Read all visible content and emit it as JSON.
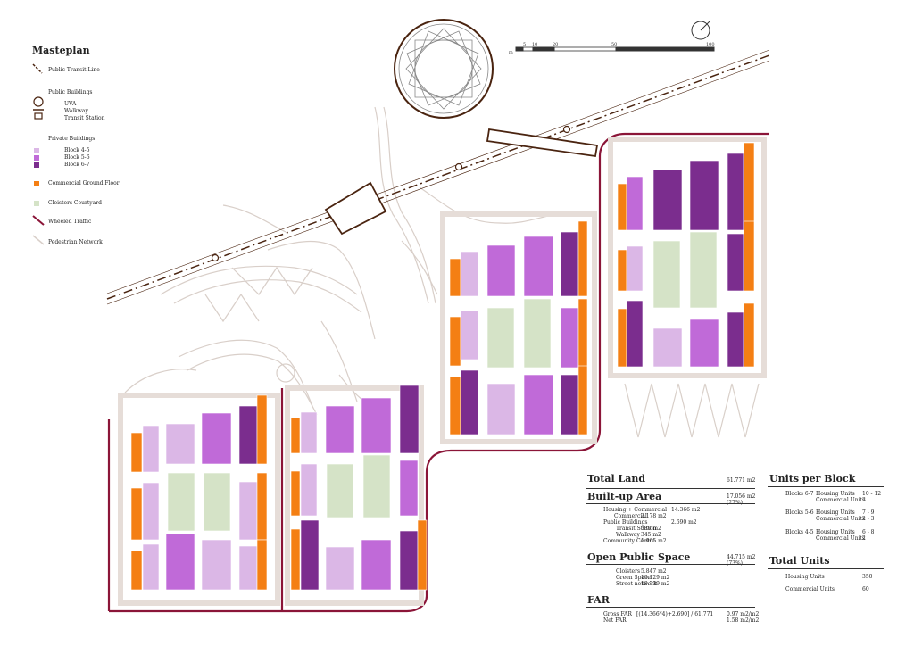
{
  "legend": {
    "title": "Masteplan",
    "transit": "Public Transit Line",
    "public_buildings": "Public Buildings",
    "uva": "UVA",
    "walkway": "Walkway",
    "station": "Transit Station",
    "private_buildings": "Private Buildings",
    "block45": "Block 4-5",
    "block56": "Block 5-6",
    "block67": "Block 6-7",
    "commercial": "Commercial Ground Floor",
    "cloister": "Cloisters Courtyard",
    "traffic": "Wheeled Traffic",
    "pedestrian": "Pedestrian Network"
  },
  "colors": {
    "block45": "#dbb7e6",
    "block56": "#c06ad8",
    "block67": "#7b2d8e",
    "commercial": "#f47f14",
    "cloister": "#d5e3c7",
    "traffic": "#8b1538",
    "pedestrian": "#d9cfc9",
    "transit": "#4a2410"
  },
  "scale": {
    "m": "m",
    "t5": "5",
    "t10": "10",
    "t20": "20",
    "t50": "50",
    "t100": "100"
  },
  "stats": {
    "total_land": {
      "label": "Total Land",
      "value": "61.771 m2"
    },
    "built_up": {
      "label": "Built-up Area",
      "value": "17.056 m2",
      "pct": "(27%)",
      "housing_commercial": {
        "label": "Housing + Commercial",
        "value": "14.366 m2"
      },
      "commercial": {
        "label": "Commercial",
        "value": "3.178 m2"
      },
      "public_buildings": {
        "label": "Public Buildings",
        "value": "2.690 m2"
      },
      "transit_station": {
        "label": "Transit Station",
        "value": "380 m2"
      },
      "walkway": {
        "label": "Walkway",
        "value": "345 m2"
      },
      "community_centre": {
        "label": "Community Centre",
        "value": "1.965 m2"
      }
    },
    "open_space": {
      "label": "Open Public Space",
      "value": "44.715 m2",
      "pct": "(73%)",
      "cloisters": {
        "label": "Cloisters",
        "value": "5.847 m2"
      },
      "green": {
        "label": "Green Space",
        "value": "19.129 m2"
      },
      "street": {
        "label": "Street network",
        "value": "19.739 m2"
      }
    },
    "far": {
      "label": "FAR",
      "gross": {
        "label": "Gross FAR",
        "formula": "[(14.366*4)+2.690] / 61.771",
        "value": "0.97 m2/m2"
      },
      "net": {
        "label": "Net FAR",
        "value": "1.58 m2/m2"
      }
    },
    "units_per_block": {
      "label": "Units per Block",
      "b67": {
        "name": "Blocks 6-7",
        "housing": "Housing Units",
        "commercial": "Commercial Units",
        "hv": "10 - 12",
        "cv": "3"
      },
      "b56": {
        "name": "Blocks 5-6",
        "housing": "Housing Units",
        "commercial": "Commercial Units",
        "hv": "7 - 9",
        "cv": "2 - 3"
      },
      "b45": {
        "name": "Blocks 4-5",
        "housing": "Housing Units",
        "commercial": "Commercial Units",
        "hv": "6 - 8",
        "cv": "2"
      }
    },
    "total_units": {
      "label": "Total Units",
      "housing": {
        "label": "Housing Units",
        "value": "350"
      },
      "commercial": {
        "label": "Commercial Units",
        "value": "60"
      }
    }
  }
}
